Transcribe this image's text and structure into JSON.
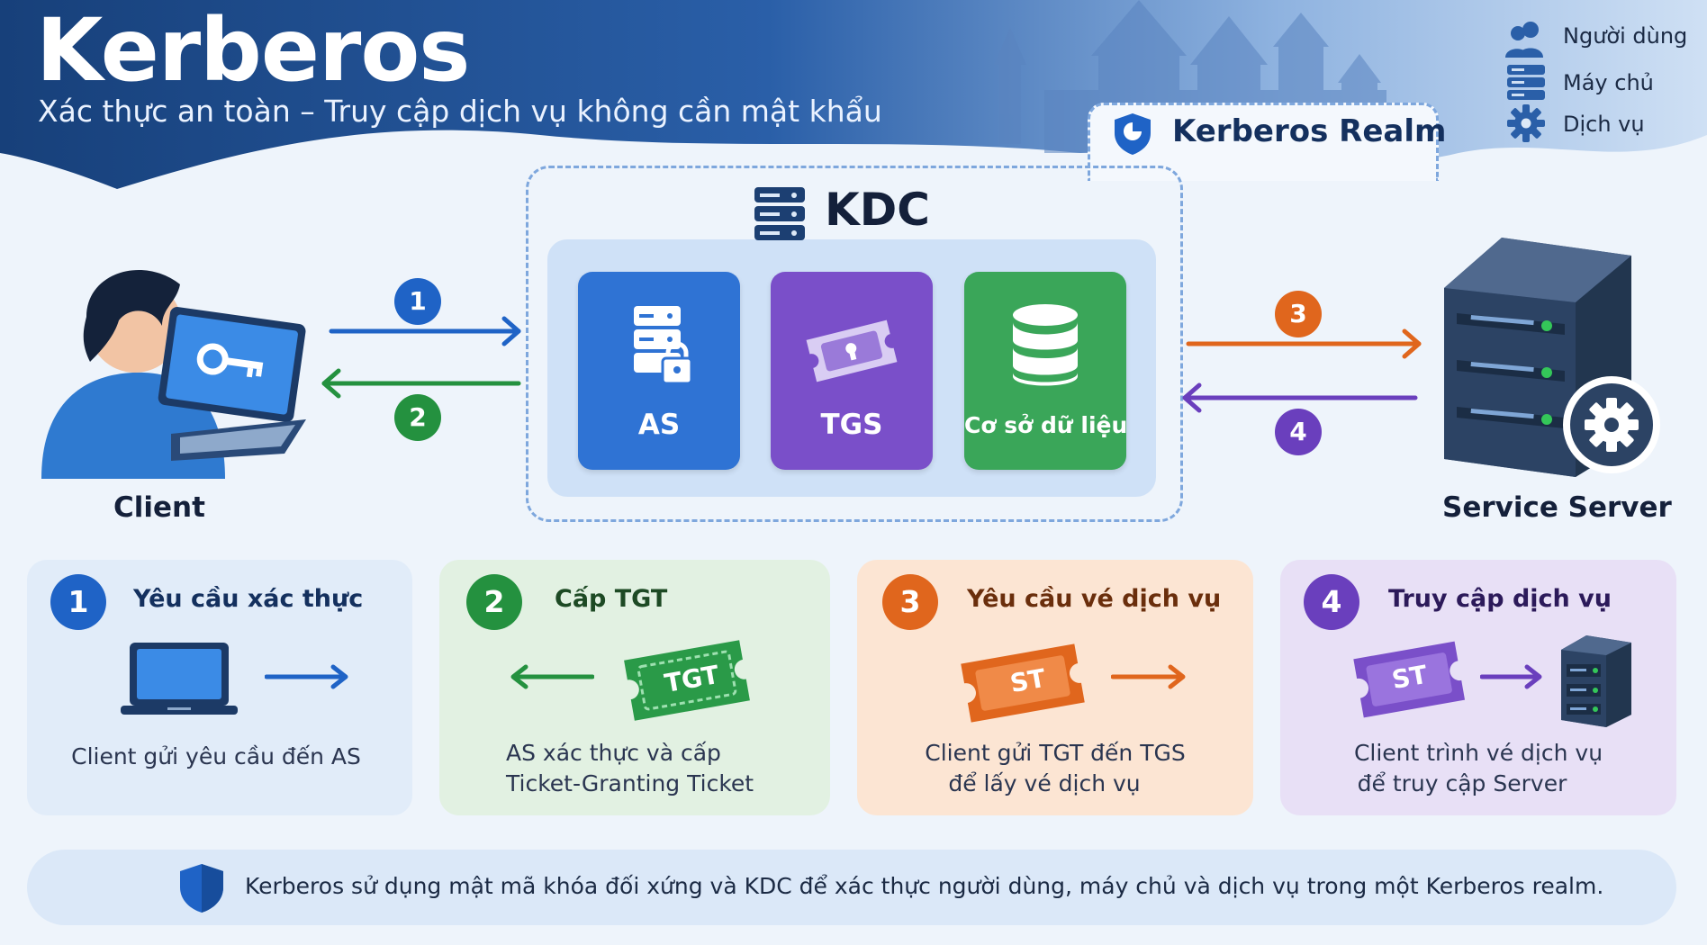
{
  "header": {
    "title": "Kerberos",
    "subtitle": "Xác thực an toàn – Truy cập dịch vụ không cần mật khẩu"
  },
  "legend": [
    {
      "icon": "users-icon",
      "label": "Người dùng"
    },
    {
      "icon": "server-icon",
      "label": "Máy chủ"
    },
    {
      "icon": "gear-icon",
      "label": "Dịch vụ"
    }
  ],
  "realm": {
    "label": "Kerberos Realm",
    "icon": "shield-icon"
  },
  "kdc": {
    "title": "KDC",
    "components": [
      {
        "label": "AS",
        "icon": "server-lock-icon",
        "color": "#2f73d4"
      },
      {
        "label": "TGS",
        "icon": "ticket-icon",
        "color": "#7a4fc9"
      },
      {
        "label": "Cơ sở dữ liệu",
        "icon": "database-icon",
        "color": "#3aa659"
      }
    ]
  },
  "actors": {
    "client": "Client",
    "server": "Service Server"
  },
  "flow_numbers": [
    "1",
    "2",
    "3",
    "4"
  ],
  "colors": {
    "blue": "#1f63c6",
    "green": "#24913f",
    "orange": "#e0661d",
    "purple": "#6a3fbd",
    "header": "#1c4f8f"
  },
  "steps": [
    {
      "number": "1",
      "title": "Yêu cầu xác thực",
      "lines": [
        "Client gửi yêu cầu đến AS"
      ]
    },
    {
      "number": "2",
      "title": "Cấp TGT",
      "ticket": "TGT",
      "lines": [
        "AS xác thực và cấp",
        "Ticket-Granting Ticket"
      ]
    },
    {
      "number": "3",
      "title": "Yêu cầu vé dịch vụ",
      "ticket": "ST",
      "lines": [
        "Client gửi TGT đến TGS",
        "để lấy vé dịch vụ"
      ]
    },
    {
      "number": "4",
      "title": "Truy cập dịch vụ",
      "ticket": "ST",
      "lines": [
        "Client trình vé dịch vụ",
        "để truy cập Server"
      ]
    }
  ],
  "footer": "Kerberos sử dụng mật mã khóa đối xứng và KDC để xác thực người dùng, máy chủ và dịch vụ trong một Kerberos realm."
}
